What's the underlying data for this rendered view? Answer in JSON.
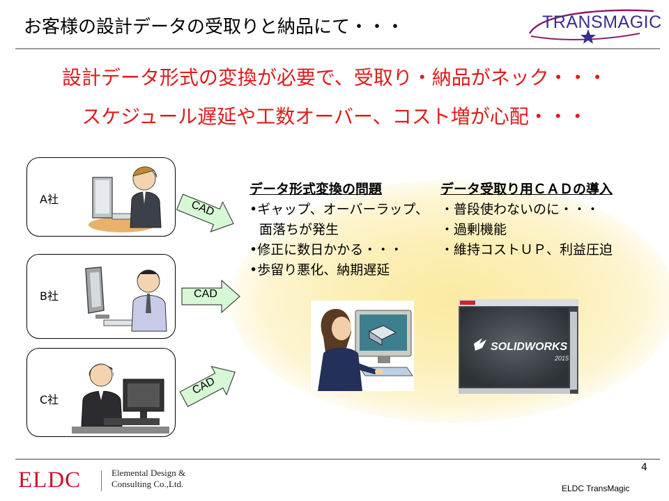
{
  "header": {
    "title": "お客様の設計データの受取りと納品にて・・・",
    "logo_text": "TRANSMAGIC",
    "logo_color": "#3a2f8c"
  },
  "headlines": [
    "設計データ形式の変換が必要で、受取り・納品がネック・・・",
    "スケジュール遅延や工数オーバー、コスト増が心配・・・"
  ],
  "headline_color": "#e01a1a",
  "companies": [
    {
      "label": "A社",
      "arrow_label": "CAD",
      "arrow_direction": "down-right"
    },
    {
      "label": "B社",
      "arrow_label": "CAD",
      "arrow_direction": "right"
    },
    {
      "label": "C社",
      "arrow_label": "CAD",
      "arrow_direction": "up-right"
    }
  ],
  "arrow_color": "#d6f8d4",
  "problems": {
    "title": "データ形式変換の問題",
    "items": [
      "•ギャップ、オーバーラップ、",
      "面落ちが発生",
      "•修正に数日かかる・・・",
      "•歩留り悪化、納期遅延"
    ]
  },
  "cad_intro": {
    "title": "データ受取り用ＣＡＤの導入",
    "items": [
      "・普段使わないのに・・・",
      "・過剰機能",
      "・維持コストＵＰ、利益圧迫"
    ]
  },
  "software_splash": {
    "brand": "SOLIDWORKS",
    "version": "2015"
  },
  "footer": {
    "logo": "ELDC",
    "company_line1": "Elemental Design &",
    "company_line2": "Consulting Co.,Ltd.",
    "page_number": "4",
    "brand": "ELDC TransMagic"
  }
}
